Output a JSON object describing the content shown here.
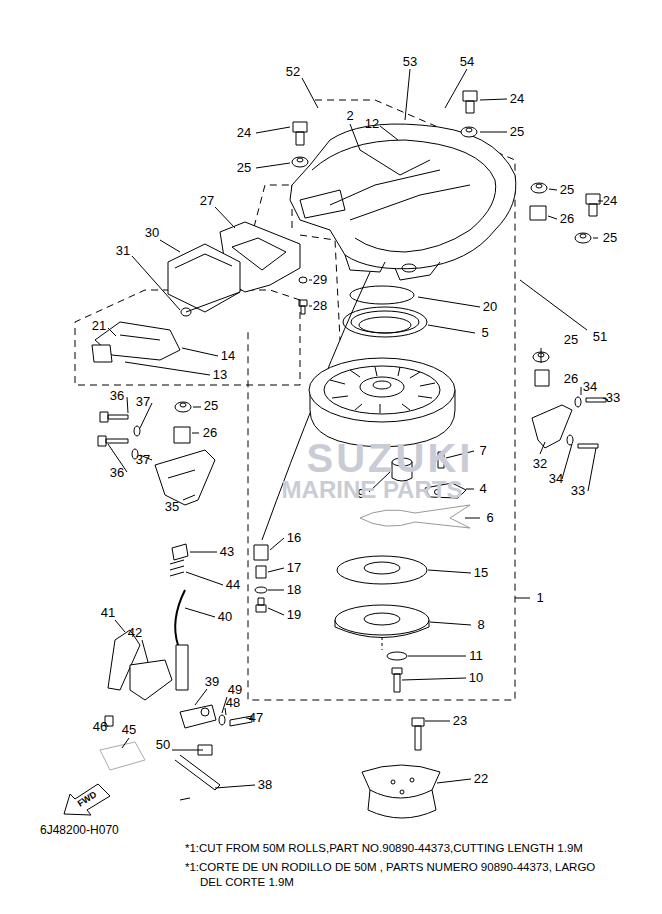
{
  "diagram": {
    "nodes": [
      {
        "text": [
          "FWD"
        ]
      }
    ],
    "labels": [
      "52",
      "53",
      "54",
      "24",
      "24",
      "2",
      "12",
      "25",
      "25",
      "25",
      "24",
      "26",
      "25",
      "27",
      "30",
      "31",
      "29",
      "28",
      "20",
      "51",
      "5",
      "21",
      "14",
      "13",
      "25",
      "26",
      "34",
      "33",
      "36",
      "37",
      "25",
      "26",
      "36",
      "37",
      "32",
      "34",
      "33",
      "7",
      "4",
      "9",
      "35",
      "6",
      "43",
      "16",
      "44",
      "17",
      "18",
      "40",
      "19",
      "15",
      "1",
      "8",
      "41",
      "42",
      "11",
      "10",
      "39",
      "49",
      "48",
      "47",
      "46",
      "45",
      "23",
      "50",
      "38",
      "22",
      "SUZUKI",
      "MARINE PARTS",
      "6J48200-H070",
      "*1:CUT FROM 50M ROLLS,PART NO.90890-44373,CUTTING LENGTH 1.9M",
      "*1:CORTE DE UN RODILLO DE 50M , PARTS NUMERO 90890-44373, LARGO DEL CORTE 1.9M"
    ]
  }
}
